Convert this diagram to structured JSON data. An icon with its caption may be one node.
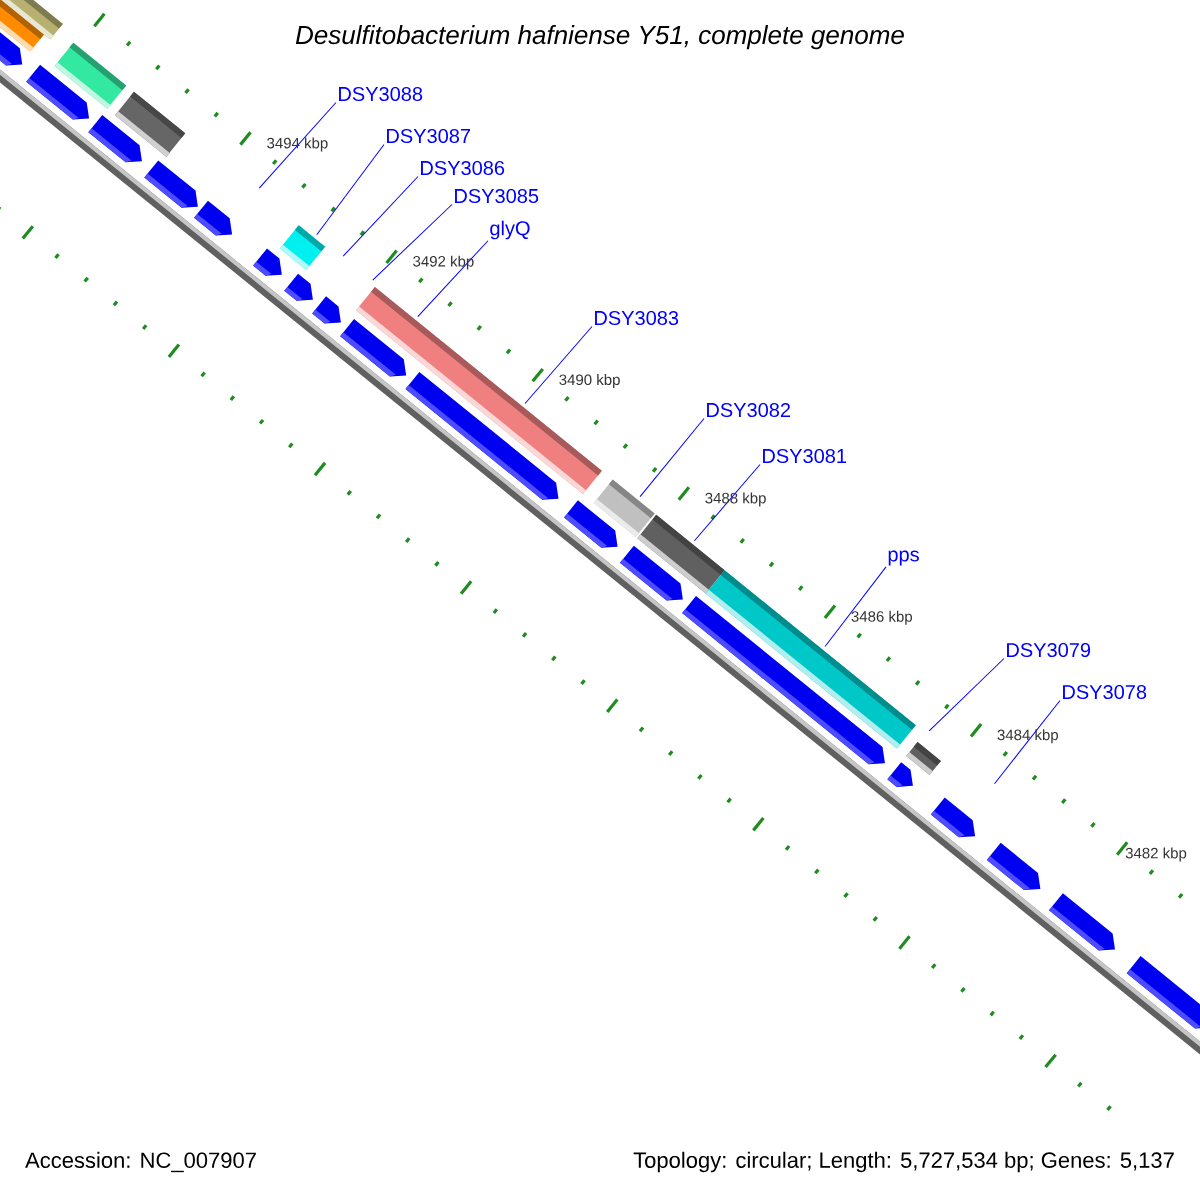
{
  "diagram": {
    "title": "Desulfitobacterium hafniense Y51, complete genome",
    "nodes": [
      {
        "text": [
          "DSY3088"
        ]
      },
      {
        "text": [
          "DSY3087"
        ]
      },
      {
        "text": [
          "DSY3086"
        ]
      },
      {
        "text": [
          "DSY3085"
        ]
      },
      {
        "text": [
          "glyQ"
        ]
      },
      {
        "text": [
          "DSY3083"
        ]
      },
      {
        "text": [
          "DSY3082"
        ]
      },
      {
        "text": [
          "DSY3081"
        ]
      },
      {
        "text": [
          "pps"
        ]
      },
      {
        "text": [
          "DSY3079"
        ]
      },
      {
        "text": [
          "DSY3078"
        ]
      }
    ],
    "edges": [
      {
        "from": 0,
        "to": null,
        "arrow": "none"
      },
      {
        "from": 1,
        "to": null,
        "arrow": "none"
      },
      {
        "from": 2,
        "to": null,
        "arrow": "none"
      },
      {
        "from": 3,
        "to": null,
        "arrow": "none"
      },
      {
        "from": 4,
        "to": null,
        "arrow": "none"
      },
      {
        "from": 5,
        "to": null,
        "arrow": "none"
      },
      {
        "from": 6,
        "to": null,
        "arrow": "none"
      },
      {
        "from": 7,
        "to": null,
        "arrow": "none"
      },
      {
        "from": 8,
        "to": null,
        "arrow": "none"
      },
      {
        "from": 9,
        "to": null,
        "arrow": "none"
      },
      {
        "from": 10,
        "to": null,
        "arrow": "none"
      }
    ],
    "labels": [
      "3494 kbp",
      "3492 kbp",
      "3490 kbp",
      "3488 kbp",
      "3486 kbp",
      "3484 kbp",
      "3482 kbp",
      "Accession: NC_007907",
      "Topology: circular; Length: 5,727,534 bp; Genes: 5,137"
    ]
  }
}
